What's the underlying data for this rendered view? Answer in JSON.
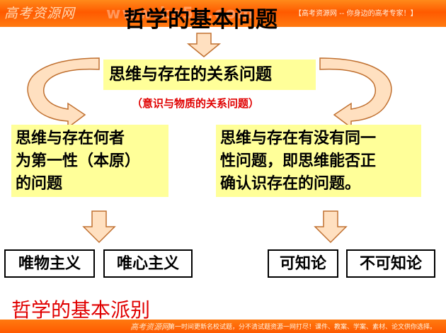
{
  "header": {
    "site_logo": "高考资源网",
    "watermark": "www.ks5u.com",
    "banner": "【高考资源网 -- 你身边的高考专家！】"
  },
  "slide": {
    "title": "哲学的基本问题",
    "relation": "思维与存在的关系问题",
    "relation_note": "（意识与物质的关系问题）",
    "left_question": [
      "思维与存在何者",
      "为第一性（本原）",
      "的问题"
    ],
    "right_question": [
      "思维与存在有没有同一",
      "性问题，即思维能否正",
      "确认识存在的问题。"
    ],
    "schools": {
      "materialism": "唯物主义",
      "idealism": "唯心主义",
      "agnosticism_no": "可知论",
      "agnosticism": "不可知论"
    },
    "conclusion": "哲学的基本派别"
  },
  "footer": {
    "logo": "高考资源网",
    "text": "第一时间更新名校试题，分不清试题资源一网打尽！课件、教案、学案、素材、论文供你选择。"
  },
  "colors": {
    "box_fill": "#ffff99",
    "arrow_fill": "#ffe0c0",
    "arrow_stroke": "#c07030",
    "accent_red": "#e00000",
    "bar_orange": "#ff6a00"
  }
}
